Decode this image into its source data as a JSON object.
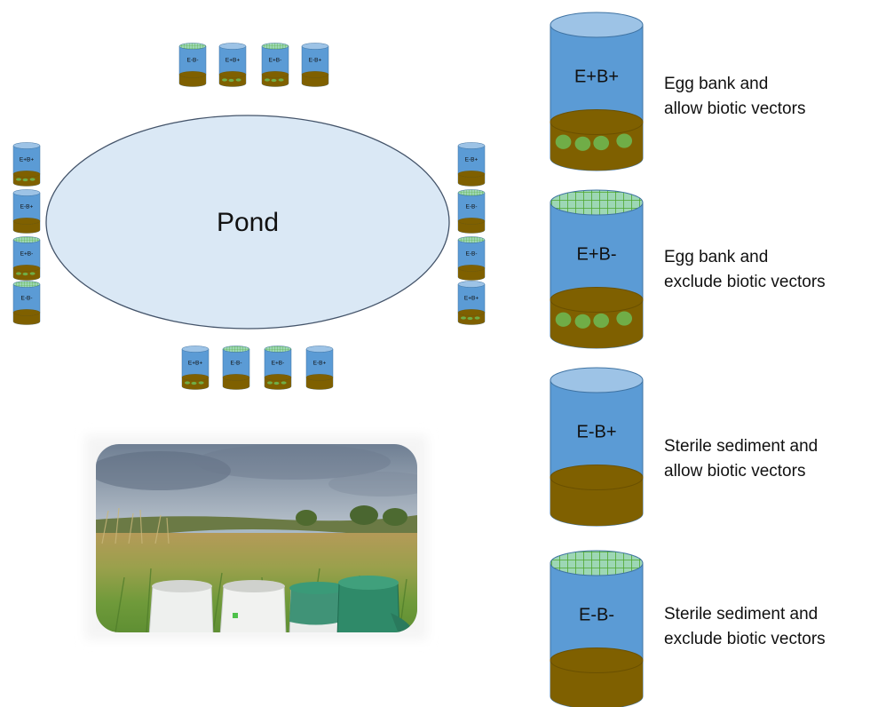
{
  "pond": {
    "label": "Pond"
  },
  "small_buckets": {
    "top": [
      {
        "label": "E-B-",
        "eggs": false,
        "mesh": true
      },
      {
        "label": "E+B+",
        "eggs": true,
        "mesh": false
      },
      {
        "label": "E+B-",
        "eggs": true,
        "mesh": true
      },
      {
        "label": "E-B+",
        "eggs": false,
        "mesh": false
      }
    ],
    "left": [
      {
        "label": "E+B+",
        "eggs": true,
        "mesh": false
      },
      {
        "label": "E-B+",
        "eggs": false,
        "mesh": false
      },
      {
        "label": "E+B-",
        "eggs": true,
        "mesh": true
      },
      {
        "label": "E-B-",
        "eggs": false,
        "mesh": true
      }
    ],
    "right": [
      {
        "label": "E-B+",
        "eggs": false,
        "mesh": false
      },
      {
        "label": "E-B-",
        "eggs": false,
        "mesh": true
      },
      {
        "label": "E-B-",
        "eggs": false,
        "mesh": true
      },
      {
        "label": "E+B+",
        "eggs": true,
        "mesh": false
      }
    ],
    "bottom": [
      {
        "label": "E+B+",
        "eggs": true,
        "mesh": false
      },
      {
        "label": "E-B-",
        "eggs": false,
        "mesh": true
      },
      {
        "label": "E+B-",
        "eggs": true,
        "mesh": true
      },
      {
        "label": "E-B+",
        "eggs": false,
        "mesh": false
      }
    ]
  },
  "legend": [
    {
      "code": "E+B+",
      "line1": "Egg bank and",
      "line2": "allow biotic vectors",
      "eggs": true,
      "mesh": false
    },
    {
      "code": "E+B-",
      "line1": "Egg bank and",
      "line2": "exclude biotic vectors",
      "eggs": true,
      "mesh": true
    },
    {
      "code": "E-B+",
      "line1": "Sterile sediment and",
      "line2": "allow biotic vectors",
      "eggs": false,
      "mesh": false
    },
    {
      "code": "E-B-",
      "line1": "Sterile sediment and",
      "line2": "exclude biotic vectors",
      "eggs": false,
      "mesh": true
    }
  ],
  "colors": {
    "water": "#5b9bd5",
    "water_top": "#9dc3e6",
    "sediment": "#7f6000",
    "egg": "#70ad47",
    "mesh_bg": "#9dd7b5",
    "mesh_line": "#4ea72e",
    "pond_fill": "#dae8f5",
    "pond_stroke": "#44546a"
  },
  "photo": {
    "icon": "field-photo"
  }
}
